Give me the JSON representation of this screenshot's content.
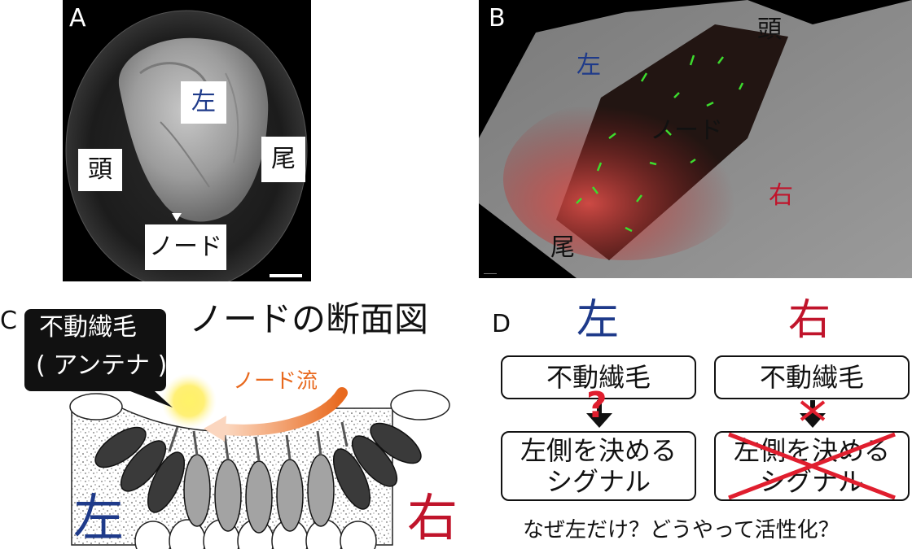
{
  "panel_a": {
    "letter": "A",
    "label_left": "左",
    "label_head": "頭",
    "label_tail": "尾",
    "label_node": "ノード"
  },
  "panel_b": {
    "letter": "B",
    "label_head": "頭",
    "label_left": "左",
    "label_node": "ノード",
    "label_right": "右",
    "label_tail": "尾"
  },
  "panel_c": {
    "letter": "C",
    "title": "ノードの断面図",
    "callout_line1": "不動繊毛",
    "callout_line2": "( アンテナ )",
    "flow_label": "ノード流",
    "left_label": "左",
    "right_label": "右"
  },
  "panel_d": {
    "letter": "D",
    "left_header": "左",
    "right_header": "右",
    "left_cilia": "不動繊毛",
    "right_cilia": "不動繊毛",
    "left_signal_line1": "左側を決める",
    "left_signal_line2": "シグナル",
    "right_signal_line1": "左側を決める",
    "right_signal_line2": "シグナル",
    "question_mark": "?",
    "footer": "なぜ左だけ？どうやって活性化？"
  },
  "colors": {
    "left_blue": "#1e3a8a",
    "right_red": "#c0142b",
    "flow_orange": "#e8691e",
    "cross_red": "#e01e2e"
  }
}
